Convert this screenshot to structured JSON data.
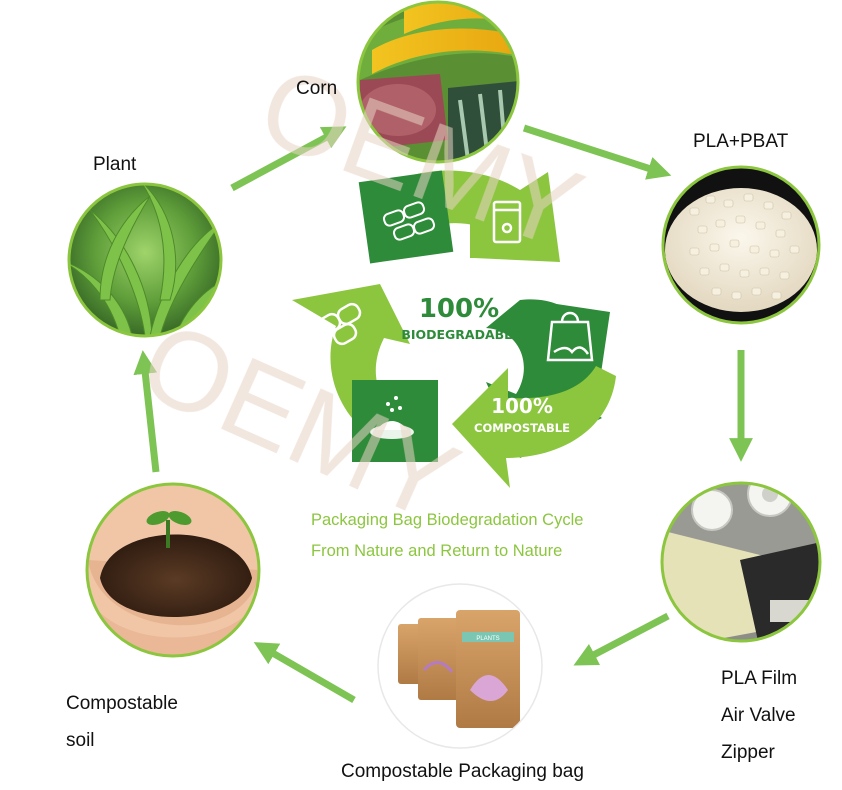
{
  "nodes": {
    "plant": {
      "label": "Plant"
    },
    "corn": {
      "label": "Corn"
    },
    "pla_pbat": {
      "label": "PLA+PBAT"
    },
    "pla_film": {
      "lines": [
        "PLA Film",
        "Air Valve",
        "Zipper"
      ]
    },
    "packaging_bag": {
      "label": "Compostable Packaging bag"
    },
    "compostable_soil": {
      "lines": [
        "Compostable",
        "soil"
      ]
    }
  },
  "center": {
    "biodegradable_percent": "100%",
    "biodegradable_label": "BIODEGRADABLE",
    "compostable_percent": "100%",
    "compostable_label": "COMPOSTABLE",
    "cycle_title": "Packaging Bag Biodegradation Cycle",
    "cycle_subtitle": "From Nature and Return to Nature"
  },
  "bag": {
    "brand": "PLANTS"
  },
  "watermark": {
    "text": "OEMY"
  },
  "colors": {
    "arrow_green": "#7dc454",
    "recycle_light": "#8cc63f",
    "recycle_dark": "#2e8b3a",
    "ring_green": "#8cc63f",
    "watermark": "#e8d3c4"
  },
  "icons": [
    "pellets-icon",
    "pouch-icon",
    "bag-icon",
    "powder-icon",
    "compost-icon"
  ]
}
